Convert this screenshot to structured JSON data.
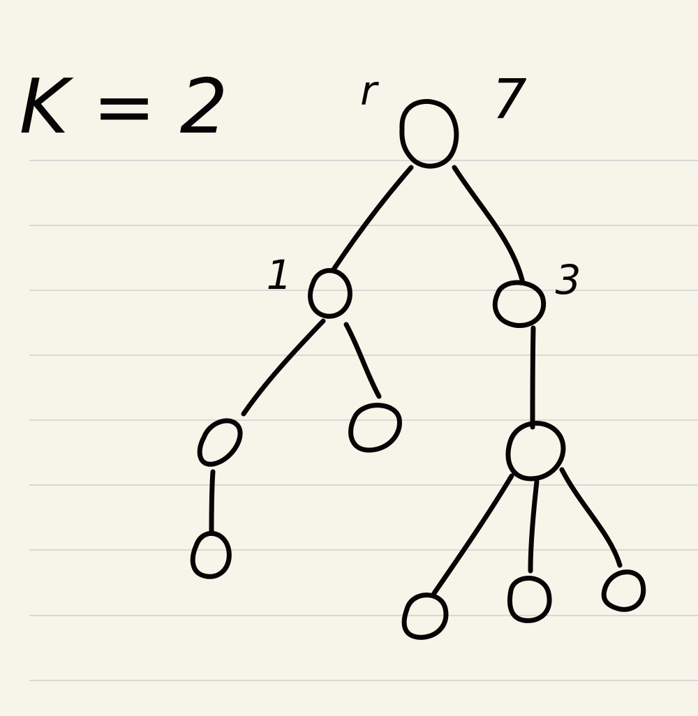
{
  "diagram": {
    "k_label": "K = 2",
    "root_label": "r",
    "node_labels": {
      "root": "7",
      "left_child": "1",
      "right_child": "3"
    },
    "edges": [
      [
        "root",
        "left-child"
      ],
      [
        "root",
        "right-child"
      ],
      [
        "left-child",
        "left-grandchild"
      ],
      [
        "left-child",
        "left-middle-grandchild"
      ],
      [
        "left-grandchild",
        "left-great-grandchild"
      ],
      [
        "right-child",
        "right-grandchild"
      ],
      [
        "right-grandchild",
        "right-great-grandchild-left"
      ],
      [
        "right-grandchild",
        "right-great-grandchild-middle"
      ],
      [
        "right-grandchild",
        "right-great-grandchild-right"
      ]
    ]
  }
}
